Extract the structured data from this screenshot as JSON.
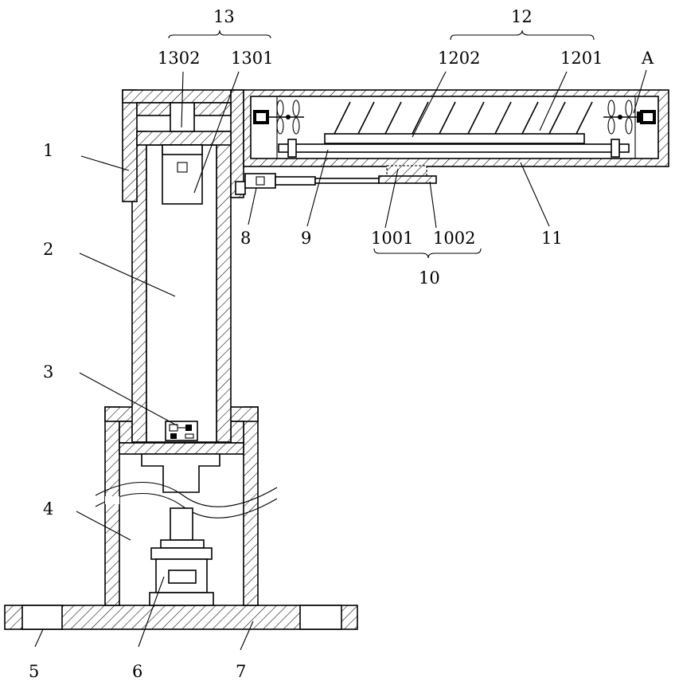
{
  "labels": {
    "l1": "1",
    "l2": "2",
    "l3": "3",
    "l4": "4",
    "l5": "5",
    "l6": "6",
    "l7": "7",
    "l8": "8",
    "l9": "9",
    "l10": "10",
    "l11": "11",
    "l12": "12",
    "l13": "13",
    "l1001": "1001",
    "l1002": "1002",
    "l1201": "1201",
    "l1202": "1202",
    "l1301": "1301",
    "l1302": "1302",
    "lA": "A"
  }
}
